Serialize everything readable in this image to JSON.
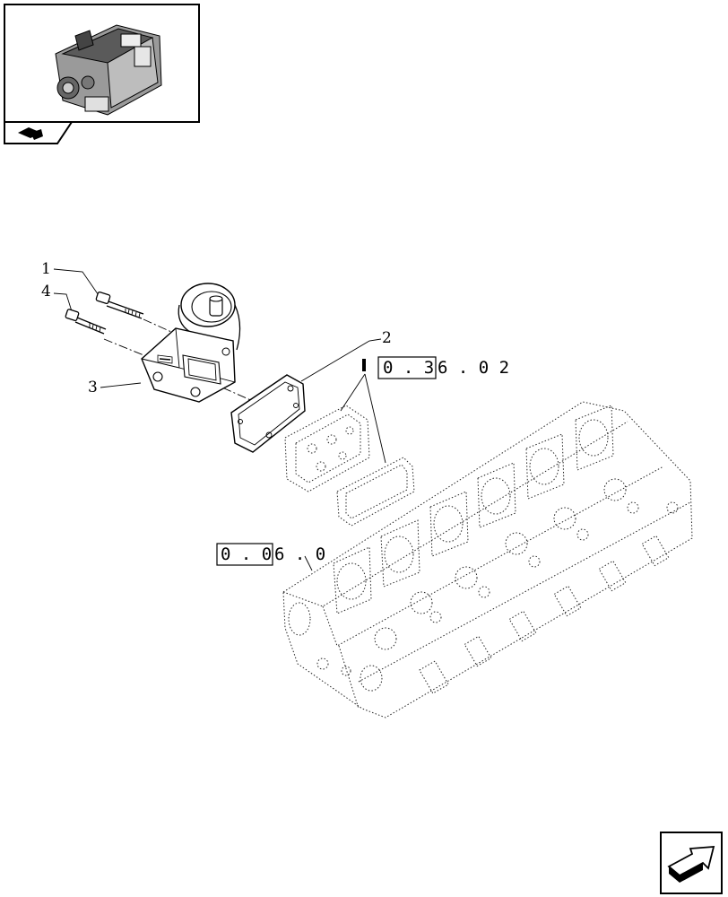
{
  "callouts": [
    {
      "id": "1",
      "text": "1"
    },
    {
      "id": "2",
      "text": "2"
    },
    {
      "id": "3",
      "text": "3"
    },
    {
      "id": "4",
      "text": "4"
    }
  ],
  "references": {
    "ref_a": {
      "boxed": "0 . 3",
      "rest": "6 . 0 2"
    },
    "ref_b": {
      "boxed": "0 . 0",
      "rest": "6 . 0"
    }
  },
  "icons": {
    "thumbnail": "engine-thumbnail",
    "book": "book-icon",
    "next": "next-page-arrow-icon"
  }
}
